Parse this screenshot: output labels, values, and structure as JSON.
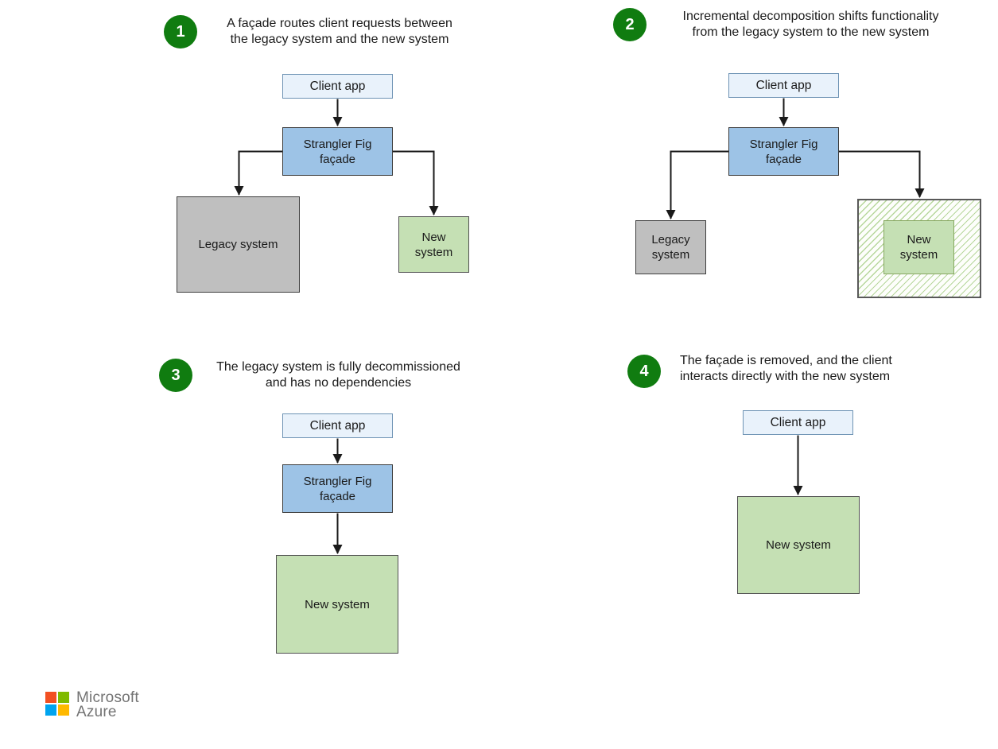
{
  "panels": [
    {
      "badge": "1",
      "caption": [
        "A façade routes client requests between",
        "the legacy system and the new system"
      ],
      "nodes": {
        "client_app": "Client app",
        "facade": "Strangler Fig façade",
        "legacy_system": "Legacy system",
        "new_system": "New system"
      }
    },
    {
      "badge": "2",
      "caption": [
        "Incremental decomposition shifts functionality",
        "from the legacy system to the new system"
      ],
      "nodes": {
        "client_app": "Client app",
        "facade": "Strangler Fig façade",
        "legacy_system": "Legacy system",
        "new_system": "New system"
      }
    },
    {
      "badge": "3",
      "caption": [
        "The legacy system is fully decommissioned",
        "and has no dependencies"
      ],
      "nodes": {
        "client_app": "Client app",
        "facade": "Strangler Fig façade",
        "new_system": "New system"
      }
    },
    {
      "badge": "4",
      "caption": [
        "The façade is removed, and the client",
        "interacts directly with the new system"
      ],
      "nodes": {
        "client_app": "Client app",
        "new_system": "New system"
      }
    }
  ],
  "brand": {
    "line1": "Microsoft",
    "line2": "Azure"
  },
  "colors": {
    "badge_green": "#107C10",
    "client_fill": "#E9F2FB",
    "client_border": "#6E93B4",
    "facade_fill": "#9DC3E6",
    "facade_border": "#3A3A3A",
    "legacy_fill": "#BFBFBF",
    "legacy_border": "#3F3F3F",
    "new_fill": "#C5E0B4",
    "new_border": "#515151",
    "new_inner_border": "#87A861",
    "hatch_line": "#B7D79C",
    "hatch_border": "#595959",
    "arrow": "#1A1A1A",
    "text": "#1A1A1A",
    "brand_text": "#737373",
    "ms_red": "#F25022",
    "ms_green": "#7FBA00",
    "ms_blue": "#00A4EF",
    "ms_yellow": "#FFB900"
  }
}
